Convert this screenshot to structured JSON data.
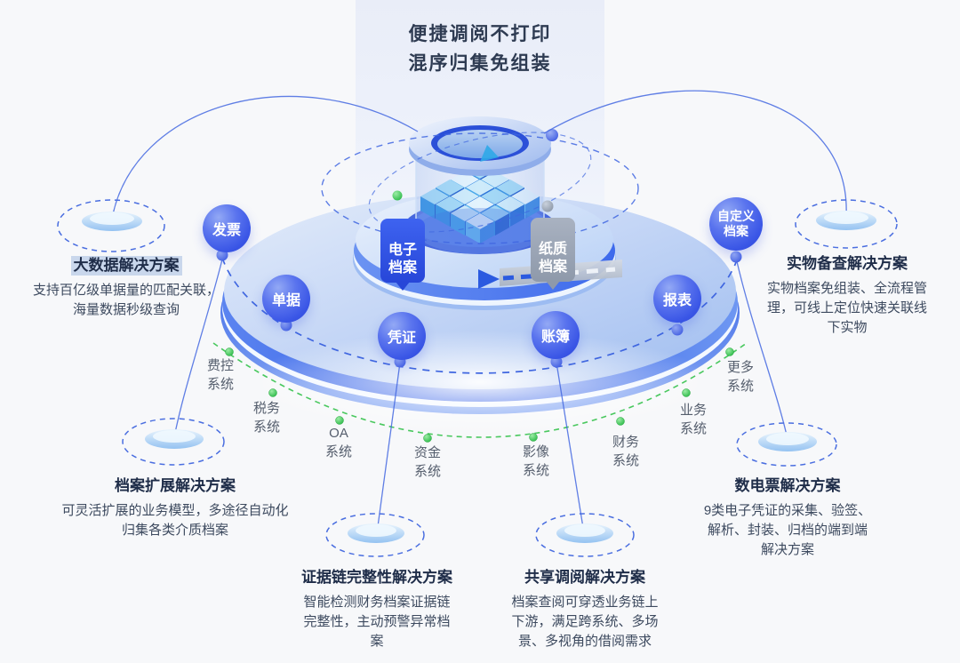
{
  "headline": {
    "line1": "便捷调阅不打印",
    "line2": "混序归集免组装"
  },
  "center": {
    "tags": [
      "电子\n档案",
      "纸质\n档案"
    ],
    "tag_meanings": [
      "electronic-archive",
      "paper-archive"
    ]
  },
  "categories": [
    "发票",
    "单据",
    "凭证",
    "账簿",
    "报表",
    "自定义\n档案"
  ],
  "systems": [
    "费控\n系统",
    "税务\n系统",
    "OA\n系统",
    "资金\n系统",
    "影像\n系统",
    "财务\n系统",
    "业务\n系统",
    "更多\n系统"
  ],
  "solutions": [
    {
      "title": "大数据解决方案",
      "desc": "支持百亿级单据量的匹配关联，海量数据秒级查询"
    },
    {
      "title": "实物备查解决方案",
      "desc": "实物档案免组装、全流程管理，可线上定位快速关联线下实物"
    },
    {
      "title": "档案扩展解决方案",
      "desc": "可灵活扩展的业务模型，多途径自动化归集各类介质档案"
    },
    {
      "title": "证据链完整性解决方案",
      "desc": "智能检测财务档案证据链完整性，主动预警异常档案"
    },
    {
      "title": "共享调阅解决方案",
      "desc": "档案查阅可穿透业务链上下游，满足跨系统、多场景、多视角的借阅需求"
    },
    {
      "title": "数电票解决方案",
      "desc": "9类电子凭证的采集、验签、解析、封装、归档的端到端解决方案"
    }
  ],
  "colors": {
    "background": "#f7f8fa",
    "primary_blue": "#3a56e6",
    "deep_blue": "#2b50d8",
    "platform_blue": "#3b66ec",
    "green_dot": "#2fb84a",
    "title_text": "#1f2d49",
    "body_text": "#3d4a5f",
    "system_text": "#555e6d",
    "tag_gray": "#9aa5b4",
    "title_highlight": "#c9d7ec"
  }
}
